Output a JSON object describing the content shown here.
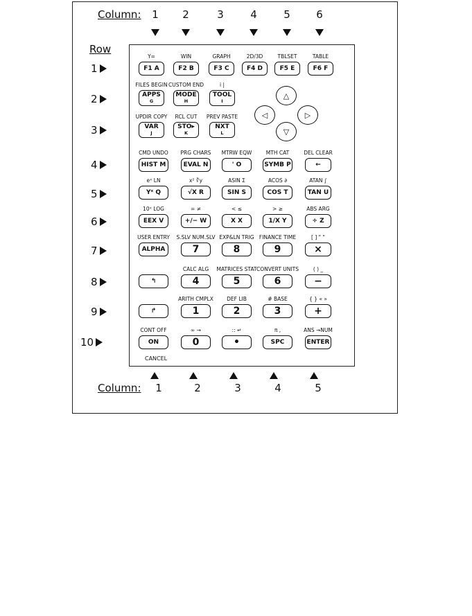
{
  "column_word": "Column:",
  "row_word": "Row",
  "top_columns": [
    "1",
    "2",
    "3",
    "4",
    "5",
    "6"
  ],
  "bottom_columns": [
    "1",
    "2",
    "3",
    "4",
    "5"
  ],
  "rows": [
    "1",
    "2",
    "3",
    "4",
    "5",
    "6",
    "7",
    "8",
    "9",
    "10"
  ],
  "cancel_label": "CANCEL",
  "keys": [
    {
      "label": "F1 A",
      "shifts": [
        "Y="
      ]
    },
    {
      "label": "F2 B",
      "shifts": [
        "WIN"
      ]
    },
    {
      "label": "F3 C",
      "shifts": [
        "GRAPH"
      ]
    },
    {
      "label": "F4 D",
      "shifts": [
        "2D/3D"
      ]
    },
    {
      "label": "F5 E",
      "shifts": [
        "TBLSET"
      ]
    },
    {
      "label": "F6 F",
      "shifts": [
        "TABLE"
      ]
    },
    {
      "label": "APPS",
      "sub": "G",
      "shifts": [
        "FILES BEGIN"
      ]
    },
    {
      "label": "MODE",
      "sub": "H",
      "shifts": [
        "CUSTOM END"
      ]
    },
    {
      "label": "TOOL",
      "sub": "I",
      "shifts": [
        "i      |"
      ]
    },
    {
      "label": "VAR",
      "sub": "J",
      "shifts": [
        "UPDIR COPY"
      ]
    },
    {
      "label": "STO▸",
      "sub": "K",
      "shifts": [
        "RCL CUT"
      ]
    },
    {
      "label": "NXT",
      "sub": "L",
      "shifts": [
        "PREV PASTE"
      ]
    },
    {
      "label": "HIST M",
      "shifts": [
        "CMD UNDO"
      ]
    },
    {
      "label": "EVAL N",
      "shifts": [
        "PRG CHARS"
      ]
    },
    {
      "label": "'  O",
      "shifts": [
        "MTRW EQW"
      ]
    },
    {
      "label": "SYMB P",
      "shifts": [
        "MTH CAT"
      ]
    },
    {
      "label": "←",
      "shifts": [
        "DEL CLEAR"
      ]
    },
    {
      "label": "Yˣ Q",
      "shifts": [
        "eˣ    LN"
      ]
    },
    {
      "label": "√X R",
      "shifts": [
        "x²    ∛y"
      ]
    },
    {
      "label": "SIN S",
      "shifts": [
        "ASIN  Σ"
      ]
    },
    {
      "label": "COS T",
      "shifts": [
        "ACOS  ∂"
      ]
    },
    {
      "label": "TAN U",
      "shifts": [
        "ATAN  ∫"
      ]
    },
    {
      "label": "EEX V",
      "shifts": [
        "10ˣ LOG"
      ]
    },
    {
      "label": "+/− W",
      "shifts": [
        "=    ≠"
      ]
    },
    {
      "label": "X  X",
      "shifts": [
        "<    ≤"
      ]
    },
    {
      "label": "1/X Y",
      "shifts": [
        ">    ≥"
      ]
    },
    {
      "label": "÷ Z",
      "shifts": [
        "ABS ARG"
      ]
    },
    {
      "label": "ALPHA",
      "shifts": [
        "USER ENTRY"
      ]
    },
    {
      "label": "7",
      "shifts": [
        "S.SLV NUM.SLV"
      ]
    },
    {
      "label": "8",
      "shifts": [
        "EXP&LN TRIG"
      ]
    },
    {
      "label": "9",
      "shifts": [
        "FINANCE TIME"
      ]
    },
    {
      "label": "×",
      "shifts": [
        "[ ]    \" \""
      ]
    },
    {
      "label": "↰",
      "shifts": [
        ""
      ]
    },
    {
      "label": "4",
      "shifts": [
        "CALC ALG"
      ]
    },
    {
      "label": "5",
      "shifts": [
        "MATRICES STAT"
      ]
    },
    {
      "label": "6",
      "shifts": [
        "CONVERT UNITS"
      ]
    },
    {
      "label": "−",
      "shifts": [
        "( )    _"
      ]
    },
    {
      "label": "↱",
      "shifts": [
        ""
      ]
    },
    {
      "label": "1",
      "shifts": [
        "ARITH CMPLX"
      ]
    },
    {
      "label": "2",
      "shifts": [
        "DEF   LIB"
      ]
    },
    {
      "label": "3",
      "shifts": [
        "#  BASE"
      ]
    },
    {
      "label": "+",
      "shifts": [
        "{ }  « »"
      ]
    },
    {
      "label": "ON",
      "shifts": [
        "CONT OFF"
      ]
    },
    {
      "label": "0",
      "shifts": [
        "∞  →"
      ]
    },
    {
      "label": "•",
      "shifts": [
        "::   ↵"
      ]
    },
    {
      "label": "SPC",
      "shifts": [
        "π    ,"
      ]
    },
    {
      "label": "ENTER",
      "shifts": [
        "ANS →NUM"
      ]
    }
  ],
  "dpad": {
    "up": "△",
    "down": "▽",
    "left": "◁",
    "right": "▷"
  }
}
